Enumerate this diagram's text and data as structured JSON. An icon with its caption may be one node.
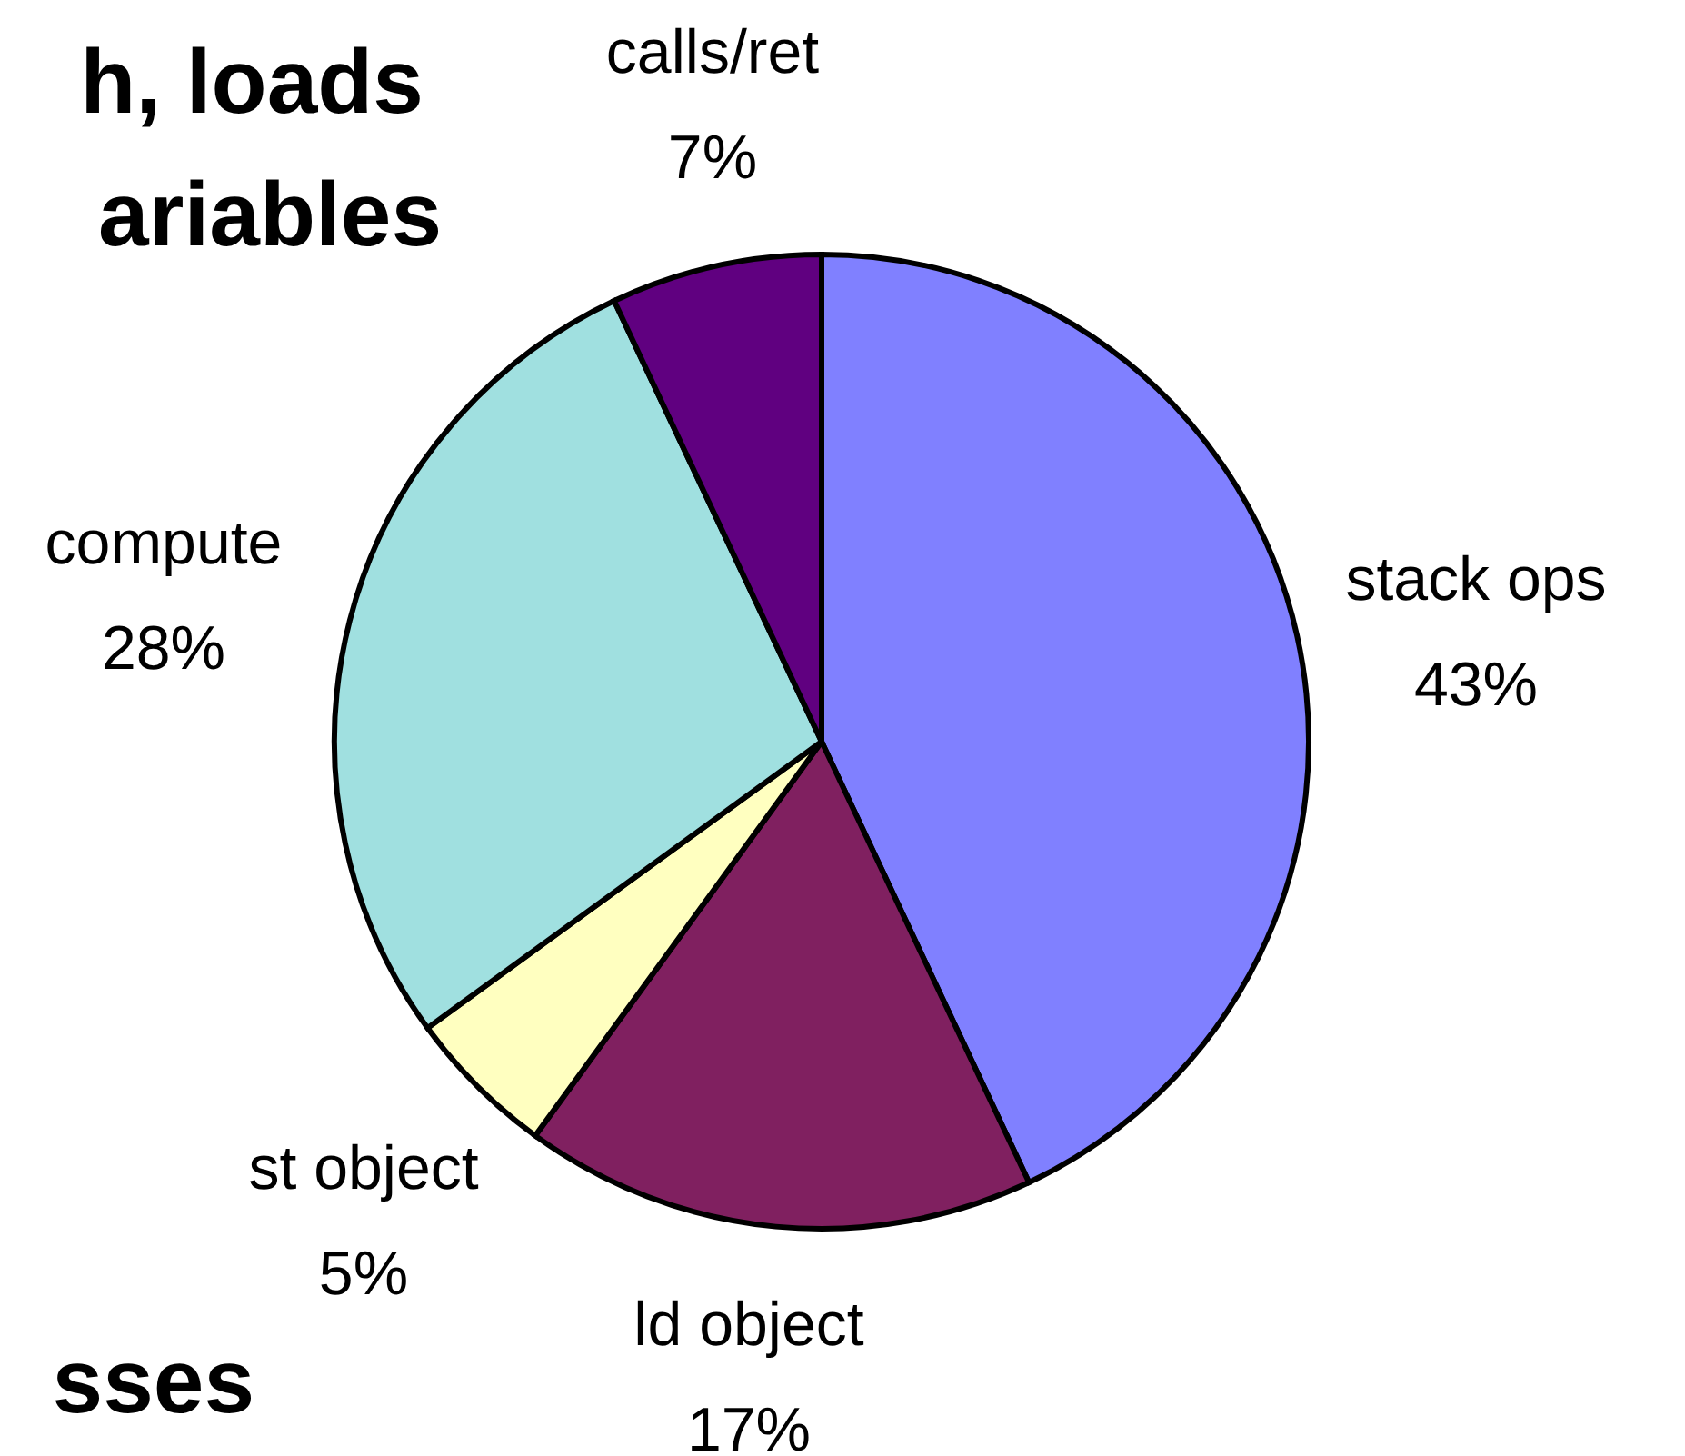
{
  "diagram": {
    "labels": [
      "h, loads",
      "ariables",
      "sses"
    ],
    "chart_data": {
      "type": "pie",
      "categories": [
        "stack ops",
        "ld object",
        "st object",
        "compute",
        "calls/ret"
      ],
      "series": [
        {
          "values": [
            43,
            17,
            5,
            28,
            7
          ],
          "colors": [
            "#8080ff",
            "#802060",
            "#ffffc0",
            "#a0e0e0",
            "#600080"
          ]
        }
      ],
      "value_labels": [
        "43%",
        "17%",
        "5%",
        "28%",
        "7%"
      ]
    }
  }
}
